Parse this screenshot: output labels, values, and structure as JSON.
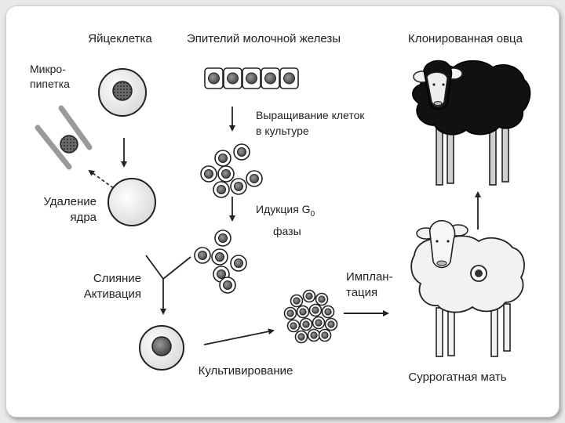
{
  "labels": {
    "egg": "Яйцеклетка",
    "pipette_line1": "Микро-",
    "pipette_line2": "пипетка",
    "enucleation_line1": "Удаление",
    "enucleation_line2": "ядра",
    "epithelium": "Эпителий молочной железы",
    "culture_line1": "Выращивание клеток",
    "culture_line2": "в культуре",
    "g0_prefix": "Идукция G",
    "g0_sub": "0",
    "g0_line2": "фазы",
    "fusion_line1": "Слияние",
    "fusion_line2": "Активация",
    "cultivation": "Культивирование",
    "implant_line1": "Имплан-",
    "implant_line2": "тация",
    "cloned": "Клонированная овца",
    "surrogate": "Суррогатная мать"
  },
  "colors": {
    "ink": "#222222",
    "nucleus": "#555555",
    "sheep_black": "#111111",
    "sheep_white": "#f2f2f2",
    "pipette": "#9a9a9a"
  }
}
